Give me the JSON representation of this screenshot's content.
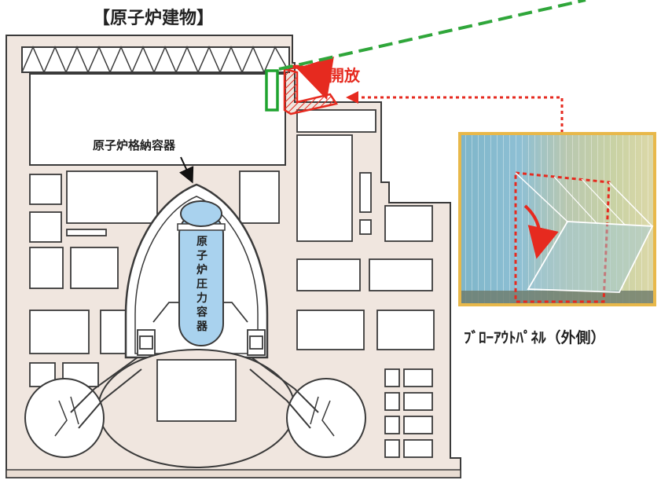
{
  "title": "【原子炉建物】",
  "labels": {
    "containment_vessel": "原子炉格納容器",
    "pressure_vessel_chars": [
      "原",
      "子",
      "炉",
      "圧",
      "力",
      "容",
      "器"
    ],
    "open": "開放",
    "panel_caption": "ﾌﾞﾛｰｱｳﾄﾊﾟﾈﾙ（外側）"
  },
  "colors": {
    "building_fill": "#f0e6df",
    "building_outline": "#3a3a3a",
    "pressure_vessel": "#a9d2ee",
    "panel_highlight": "#1fa32f",
    "open_arrow": "#e62a1f",
    "photo_frame": "#e8b84a",
    "leader_dashed": "#2fa63a"
  }
}
